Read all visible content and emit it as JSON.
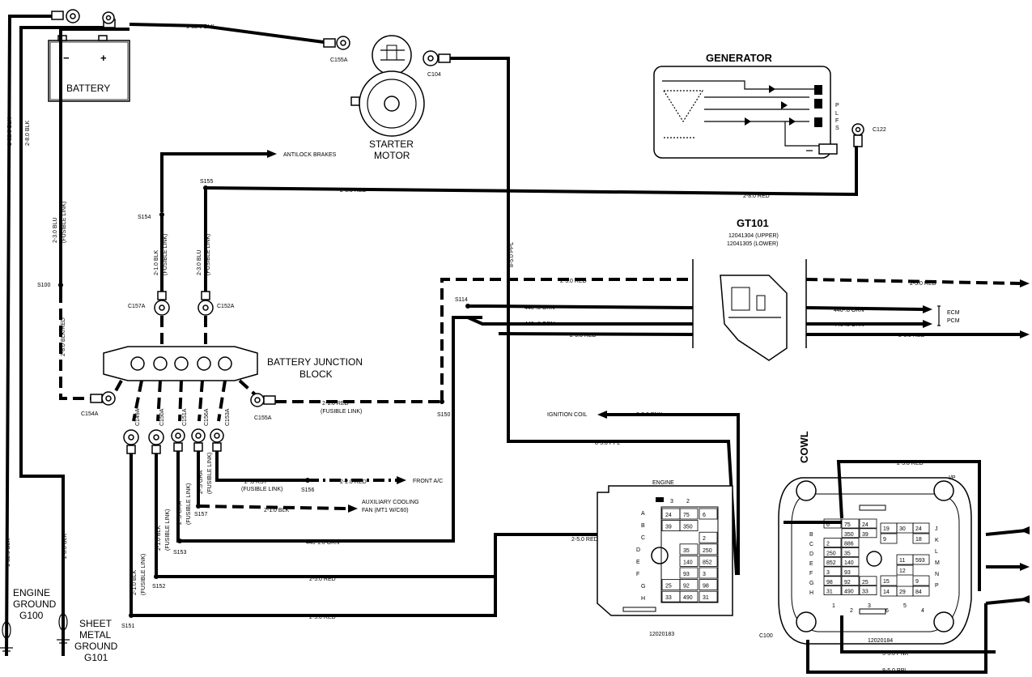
{
  "components": {
    "battery": "BATTERY",
    "battery_minus": "−",
    "battery_plus": "+",
    "starter_1": "STARTER",
    "starter_2": "MOTOR",
    "generator": "GENERATOR",
    "gen_p": "P",
    "gen_l": "L",
    "gen_f": "F",
    "gen_s": "S",
    "bjb_1": "BATTERY JUNCTION",
    "bjb_2": "BLOCK",
    "gt101": "GT101",
    "gt101_upper": "12041304 (UPPER)",
    "gt101_lower": "12041305 (LOWER)",
    "cowl": "COWL",
    "ip": "I/P",
    "engine": "ENGINE",
    "conn_engine_pn": "12020183",
    "conn_ip_pn": "12020184",
    "c100": "C100",
    "engine_ground_1": "ENGINE",
    "engine_ground_2": "GROUND",
    "engine_ground_3": "G100",
    "sheet_ground_1": "SHEET",
    "sheet_ground_2": "METAL",
    "sheet_ground_3": "GROUND",
    "sheet_ground_4": "G101"
  },
  "destinations": {
    "abs": "ANTILOCK BRAKES",
    "ecm": "ECM",
    "pcm": "PCM",
    "ign_coil": "IGNITION COIL",
    "front_ac": "FRONT A/C",
    "aux_fan_1": "AUXILIARY COOLING",
    "aux_fan_2": "FAN (MT1 W/C60)"
  },
  "connectors": {
    "c155a_top": "C155A",
    "c104": "C104",
    "c122": "C122",
    "c157a": "C157A",
    "c152a": "C152A",
    "c154a": "C154A",
    "c155a_low": "C155A",
    "c149a": "C149A",
    "c150a": "C150A",
    "c151a": "C151A",
    "c156a": "C156A",
    "c153a": "C153A"
  },
  "splices": {
    "s155": "S155",
    "s154": "S154",
    "s100": "S100",
    "s114": "S114",
    "s150": "S150",
    "s156": "S156",
    "s157": "S157",
    "s153": "S153",
    "s152": "S152",
    "s151": "S151"
  },
  "wires": {
    "w1_32_blk_top": "1-32.0 BLK",
    "w1_32_blk_left": "1-32.0 BLK",
    "w2_8_blk_left": "2-8.0 BLK",
    "w2_3_blu": "2-3.0 BLU",
    "fusible": "(FUSIBLE LINK)",
    "w2_8_blkred": "2-8.0 BLK/RED",
    "w2_1_blk": "2-1.0 BLK",
    "w2_3_blu_b": "2-3.0 BLU",
    "w2_8_red_top": "2-8.0 RED",
    "w2_8_red_mid": "2-8.0 RED",
    "w8_5_ppl_v": "8-5.0 PPL",
    "w2_5_red_a": "2-5.0 RED",
    "w2_5_red_b": "2-5.0 RED",
    "w2_5_red_c": "2-5.0 RED",
    "w2_5_red_d": "2-5.0 RED",
    "w440_orn_a": "440-.8 ORN",
    "w440_orn_b": "440-.8 ORN",
    "w440_orn_c": "440-.8 ORN",
    "w440_orn_d": "440-.8 ORN",
    "w2_1_red": "2-1.0 RED",
    "w3_3_pnk": "3-3.0 PNK",
    "w8_5_ppl_h": "8-5.0 PPL",
    "w2_8_rst": "2-.8 RST",
    "w2_2_red": "2-2.0 RED",
    "w2_5_gra": "2-.5 GRA",
    "w2_1_blk_b": "2-1.0 BLK",
    "w2_5_gra_b": "2-.5 GRA",
    "w2_1_blk_c": "2-1.0 BLK",
    "w2_1_blk_d": "2-1.0 BLK",
    "w440_1_orn": "440-1.0 ORN",
    "w2_5_red_e": "2-5.0 RED",
    "w2_5_red_f": "2-5.0 RED",
    "w2_5_red_g": "2-5.0 RED",
    "w2_5_red_h": "2-5.0 RED",
    "w3_3_pnk_b": "3-3.0 PNK",
    "w8_5_ppl_b": "8-5.0 PPL"
  },
  "pins_engine": {
    "rows": [
      "A",
      "B",
      "C",
      "D",
      "E",
      "F",
      "G",
      "H"
    ],
    "top": [
      "3",
      "2"
    ],
    "cells": [
      "24",
      "75",
      "6",
      "39",
      "350",
      "2",
      "35",
      "250",
      "140",
      "852",
      "93",
      "3",
      "25",
      "92",
      "98",
      "33",
      "490",
      "31"
    ]
  },
  "pins_ip": {
    "left_rows": [
      "B",
      "C",
      "D",
      "E",
      "F",
      "G",
      "H"
    ],
    "right_rows": [
      "J",
      "K",
      "L",
      "M",
      "N",
      "P"
    ],
    "bottom": [
      "1",
      "2",
      "3",
      "6",
      "5",
      "4"
    ],
    "cells": [
      "6",
      "75",
      "24",
      "350",
      "39",
      "2",
      "886",
      "250",
      "35",
      "852",
      "140",
      "3",
      "93",
      "98",
      "92",
      "25",
      "31",
      "490",
      "33",
      "19",
      "30",
      "24",
      "9",
      "18",
      "11",
      "593",
      "12",
      "15",
      "9",
      "14",
      "29",
      "84"
    ]
  }
}
